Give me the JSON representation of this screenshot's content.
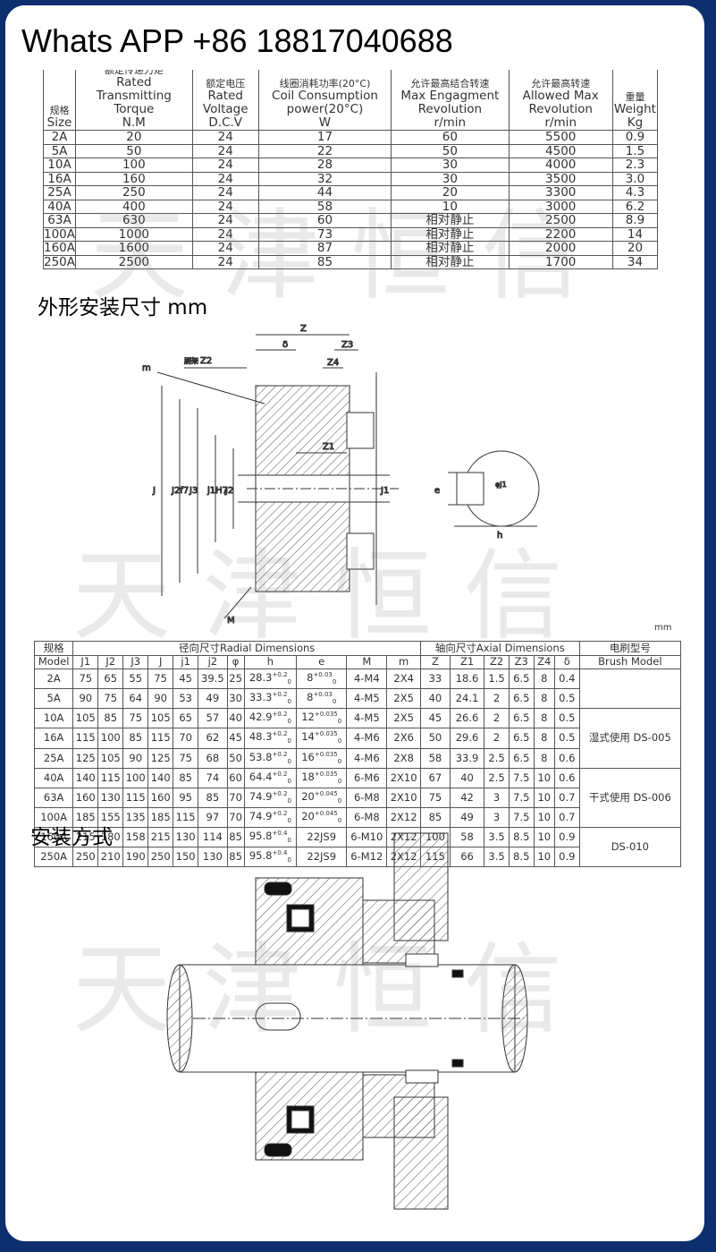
{
  "banner": "Whats APP +86 18817040688",
  "watermark": "天津恒信",
  "spec_table": {
    "headers": [
      {
        "zh": "规格",
        "en": "Size",
        "unit": ""
      },
      {
        "zh": "额定传递力矩",
        "en": "Rated Transmitting Torque",
        "unit": "N.M"
      },
      {
        "zh": "额定电压",
        "en": "Rated Voltage",
        "unit": "D.C.V"
      },
      {
        "zh": "线圈消耗功率(20°C)",
        "en": "Coil Consumption power(20°C)",
        "unit": "W"
      },
      {
        "zh": "允许最高结合转速",
        "en": "Max Engagment Revolution",
        "unit": "r/min"
      },
      {
        "zh": "允许最高转速",
        "en": "Allowed Max Revolution",
        "unit": "r/min"
      },
      {
        "zh": "重量",
        "en": "Weight",
        "unit": "Kg"
      }
    ],
    "rows": [
      [
        "2A",
        "20",
        "24",
        "17",
        "60",
        "5500",
        "0.9"
      ],
      [
        "5A",
        "50",
        "24",
        "22",
        "50",
        "4500",
        "1.5"
      ],
      [
        "10A",
        "100",
        "24",
        "28",
        "30",
        "4000",
        "2.3"
      ],
      [
        "16A",
        "160",
        "24",
        "32",
        "30",
        "3500",
        "3.0"
      ],
      [
        "25A",
        "250",
        "24",
        "44",
        "20",
        "3300",
        "4.3"
      ],
      [
        "40A",
        "400",
        "24",
        "58",
        "10",
        "3000",
        "6.2"
      ],
      [
        "63A",
        "630",
        "24",
        "60",
        "相对静止",
        "2500",
        "8.9"
      ],
      [
        "100A",
        "1000",
        "24",
        "73",
        "相对静止",
        "2200",
        "14"
      ],
      [
        "160A",
        "1600",
        "24",
        "87",
        "相对静止",
        "2000",
        "20"
      ],
      [
        "250A",
        "2500",
        "24",
        "85",
        "相对静止",
        "1700",
        "34"
      ]
    ]
  },
  "section1": "外形安装尺寸 mm",
  "drawing1": {
    "labels": {
      "z": "Z",
      "delta": "δ",
      "z3": "Z3",
      "z4": "Z4",
      "z2": "Z2",
      "z2_prefix": "刷架",
      "m": "m",
      "M": "M",
      "z1": "Z1",
      "j": "J",
      "j3": "J3",
      "j1": "J1",
      "j2": "J2",
      "j1h7": "j1H7",
      "j2f7": "J2f7",
      "e": "e",
      "h": "h",
      "phi_j1": "φJ1"
    }
  },
  "mm_unit": "mm",
  "dim_table": {
    "model_zh": "规格",
    "model_en": "Model",
    "radial": "径向尺寸Radial Dimensions",
    "axial": "轴向尺寸Axial Dimensions",
    "brush_zh": "电刷型号",
    "brush_en": "Brush Model",
    "cols": [
      "J1",
      "J2",
      "J3",
      "J",
      "j1",
      "j2",
      "φ",
      "h",
      "e",
      "M",
      "m",
      "Z",
      "Z1",
      "Z2",
      "Z3",
      "Z4",
      "δ"
    ],
    "rows": [
      {
        "model": "2A",
        "v": [
          "75",
          "65",
          "55",
          "75",
          "45",
          "39.5",
          "25",
          "28.3",
          "8",
          "4-M4",
          "2X4",
          "33",
          "18.6",
          "1.5",
          "6.5",
          "8",
          "0.4"
        ],
        "ht": "+0.2",
        "hb": "0",
        "et": "+0.03",
        "eb": "0"
      },
      {
        "model": "5A",
        "v": [
          "90",
          "75",
          "64",
          "90",
          "53",
          "49",
          "30",
          "33.3",
          "8",
          "4-M5",
          "2X5",
          "40",
          "24.1",
          "2",
          "6.5",
          "8",
          "0.5"
        ],
        "ht": "+0.2",
        "hb": "0",
        "et": "+0.03",
        "eb": "0"
      },
      {
        "model": "10A",
        "v": [
          "105",
          "85",
          "75",
          "105",
          "65",
          "57",
          "40",
          "42.9",
          "12",
          "4-M5",
          "2X5",
          "45",
          "26.6",
          "2",
          "6.5",
          "8",
          "0.5"
        ],
        "ht": "+0.2",
        "hb": "0",
        "et": "+0.035",
        "eb": "0"
      },
      {
        "model": "16A",
        "v": [
          "115",
          "100",
          "85",
          "115",
          "70",
          "62",
          "45",
          "48.3",
          "14",
          "4-M6",
          "2X6",
          "50",
          "29.6",
          "2",
          "6.5",
          "8",
          "0.5"
        ],
        "ht": "+0.2",
        "hb": "0",
        "et": "+0.035",
        "eb": "0"
      },
      {
        "model": "25A",
        "v": [
          "125",
          "105",
          "90",
          "125",
          "75",
          "68",
          "50",
          "53.8",
          "16",
          "4-M6",
          "2X8",
          "58",
          "33.9",
          "2.5",
          "6.5",
          "8",
          "0.6"
        ],
        "ht": "+0.2",
        "hb": "0",
        "et": "+0.035",
        "eb": "0"
      },
      {
        "model": "40A",
        "v": [
          "140",
          "115",
          "100",
          "140",
          "85",
          "74",
          "60",
          "64.4",
          "18",
          "6-M6",
          "2X10",
          "67",
          "40",
          "2.5",
          "7.5",
          "10",
          "0.6"
        ],
        "ht": "+0.2",
        "hb": "0",
        "et": "+0.035",
        "eb": "0"
      },
      {
        "model": "63A",
        "v": [
          "160",
          "130",
          "115",
          "160",
          "95",
          "85",
          "70",
          "74.9",
          "20",
          "6-M8",
          "2X10",
          "75",
          "42",
          "3",
          "7.5",
          "10",
          "0.7"
        ],
        "ht": "+0.2",
        "hb": "0",
        "et": "+0.045",
        "eb": "0"
      },
      {
        "model": "100A",
        "v": [
          "185",
          "155",
          "135",
          "185",
          "115",
          "97",
          "70",
          "74.9",
          "20",
          "6-M8",
          "2X12",
          "85",
          "49",
          "3",
          "7.5",
          "10",
          "0.7"
        ],
        "ht": "+0.2",
        "hb": "0",
        "et": "+0.045",
        "eb": "0"
      },
      {
        "model": "160A",
        "v": [
          "215",
          "180",
          "158",
          "215",
          "130",
          "114",
          "85",
          "95.8",
          "22JS9",
          "6-M10",
          "2X12",
          "100",
          "58",
          "3.5",
          "8.5",
          "10",
          "0.9"
        ],
        "ht": "+0.4",
        "hb": "0",
        "et": "",
        "eb": ""
      },
      {
        "model": "250A",
        "v": [
          "250",
          "210",
          "190",
          "250",
          "150",
          "130",
          "85",
          "95.8",
          "22JS9",
          "6-M12",
          "2X12",
          "115",
          "66",
          "3.5",
          "8.5",
          "10",
          "0.9"
        ],
        "ht": "+0.4",
        "hb": "0",
        "et": "",
        "eb": ""
      }
    ],
    "brush_groups": [
      {
        "text": "湿式使用 DS-005"
      },
      {
        "text": "干式使用 DS-006"
      },
      {
        "text": "DS-010"
      }
    ]
  },
  "section2": "安装方式"
}
